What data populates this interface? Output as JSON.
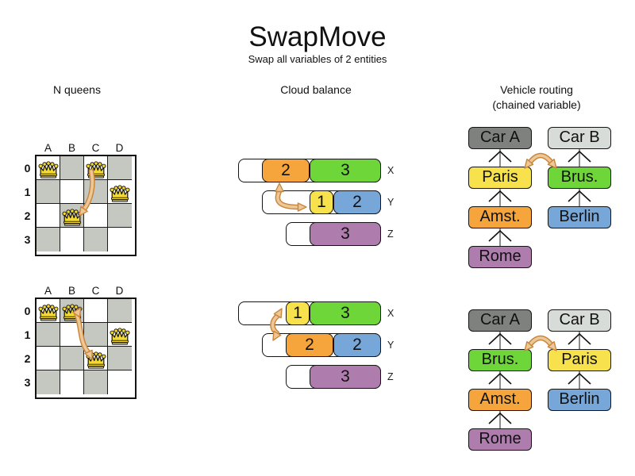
{
  "header": {
    "title": "SwapMove",
    "subtitle": "Swap all variables of 2 entities"
  },
  "columns": [
    {
      "id": "nqueens",
      "label": "N queens",
      "sublabel": ""
    },
    {
      "id": "cloud",
      "label": "Cloud balance",
      "sublabel": ""
    },
    {
      "id": "vrp",
      "label": "Vehicle routing",
      "sublabel": "(chained variable)"
    }
  ],
  "palette": {
    "orange": "#f6a53c",
    "green": "#6fd63a",
    "yellow": "#f7e14d",
    "blue": "#77a6d8",
    "purple": "#ae7dae",
    "car_dark": "#7e817e",
    "car_light": "#d8dcd8",
    "board_shade": "#c5c7c1",
    "queen_gold": "#f5d92e",
    "queen_base": "#fbf0a0",
    "swap_arrow_fill": "#eec797",
    "swap_arrow_stroke": "#c8863d",
    "chain_line": "#8c8c8c",
    "border": "#141414"
  },
  "nqueens": {
    "column_labels": [
      "A",
      "B",
      "C",
      "D"
    ],
    "row_labels": [
      "0",
      "1",
      "2",
      "3"
    ],
    "boards": [
      {
        "id": "before",
        "queens": [
          {
            "col": 0,
            "row": 0
          },
          {
            "col": 2,
            "row": 0
          },
          {
            "col": 3,
            "row": 1
          },
          {
            "col": 1,
            "row": 2
          }
        ],
        "swap": {
          "from": "C0",
          "to": "B2"
        }
      },
      {
        "id": "after",
        "queens": [
          {
            "col": 0,
            "row": 0
          },
          {
            "col": 1,
            "row": 0
          },
          {
            "col": 3,
            "row": 1
          },
          {
            "col": 2,
            "row": 2
          }
        ],
        "swap": {
          "from": "B0",
          "to": "C2"
        }
      }
    ]
  },
  "cloud": {
    "figures": [
      {
        "id": "before",
        "rows": [
          {
            "label": "X",
            "capacity": 6,
            "blocks": [
              {
                "value": "2",
                "color": "orange"
              },
              {
                "value": "3",
                "color": "green"
              }
            ]
          },
          {
            "label": "Y",
            "capacity": 5,
            "blocks": [
              {
                "value": "1",
                "color": "yellow"
              },
              {
                "value": "2",
                "color": "blue"
              }
            ]
          },
          {
            "label": "Z",
            "capacity": 4,
            "blocks": [
              {
                "value": "3",
                "color": "purple"
              }
            ]
          }
        ],
        "swap": {
          "between": [
            "X",
            "Y"
          ]
        }
      },
      {
        "id": "after",
        "rows": [
          {
            "label": "X",
            "capacity": 6,
            "blocks": [
              {
                "value": "1",
                "color": "yellow"
              },
              {
                "value": "3",
                "color": "green"
              }
            ]
          },
          {
            "label": "Y",
            "capacity": 5,
            "blocks": [
              {
                "value": "2",
                "color": "orange"
              },
              {
                "value": "2",
                "color": "blue"
              }
            ]
          },
          {
            "label": "Z",
            "capacity": 4,
            "blocks": [
              {
                "value": "3",
                "color": "purple"
              }
            ]
          }
        ],
        "swap": {
          "between": [
            "X",
            "Y"
          ]
        }
      }
    ]
  },
  "vrp": {
    "figures": [
      {
        "id": "before",
        "chains": [
          {
            "boxes": [
              {
                "label": "Car A",
                "color": "car_dark"
              },
              {
                "label": "Paris",
                "color": "yellow"
              },
              {
                "label": "Amst.",
                "color": "orange"
              },
              {
                "label": "Rome",
                "color": "purple"
              }
            ]
          },
          {
            "boxes": [
              {
                "label": "Car B",
                "color": "car_light"
              },
              {
                "label": "Brus.",
                "color": "green"
              },
              {
                "label": "Berlin",
                "color": "blue"
              }
            ]
          }
        ],
        "swap": {
          "between": [
            "Paris",
            "Brus."
          ]
        }
      },
      {
        "id": "after",
        "chains": [
          {
            "boxes": [
              {
                "label": "Car A",
                "color": "car_dark"
              },
              {
                "label": "Brus.",
                "color": "green"
              },
              {
                "label": "Amst.",
                "color": "orange"
              },
              {
                "label": "Rome",
                "color": "purple"
              }
            ]
          },
          {
            "boxes": [
              {
                "label": "Car B",
                "color": "car_light"
              },
              {
                "label": "Paris",
                "color": "yellow"
              },
              {
                "label": "Berlin",
                "color": "blue"
              }
            ]
          }
        ],
        "swap": {
          "between": [
            "Brus.",
            "Paris"
          ]
        }
      }
    ]
  }
}
